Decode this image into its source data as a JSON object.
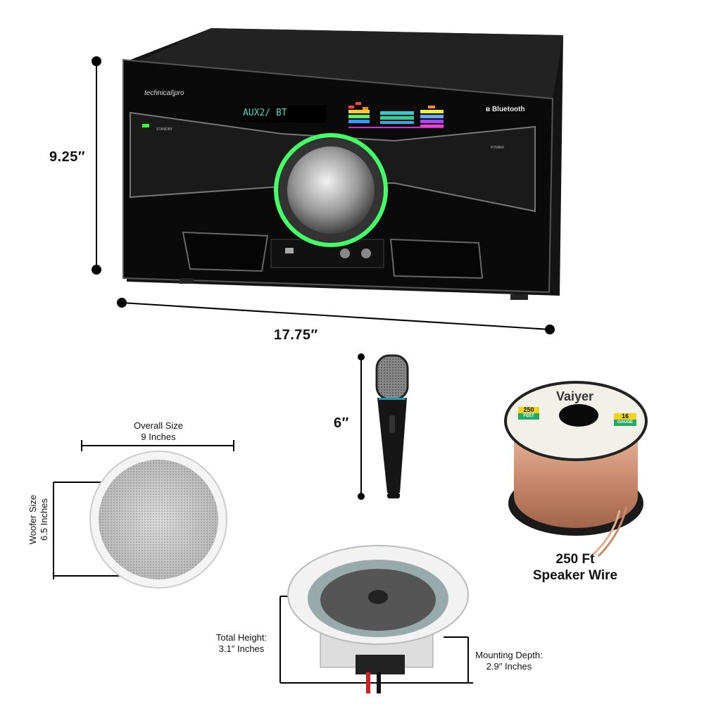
{
  "amplifier": {
    "brand": "technical|pro",
    "display_text": "AUX2/ BT",
    "bluetooth_label": "Bluetooth",
    "standby_label": "STANDBY",
    "power_label": "POWER",
    "height_label": "9.25″",
    "width_label": "17.75″"
  },
  "microphone": {
    "height_label": "6″"
  },
  "speaker_wire": {
    "brand": "Vaiyer",
    "feet_badge": "250",
    "feet_unit": "FEET",
    "gauge_badge": "16",
    "gauge_unit": "GAUGE",
    "caption_line1": "250 Ft",
    "caption_line2": "Speaker Wire"
  },
  "ceiling_speaker_front": {
    "overall_label_line1": "Overall Size",
    "overall_label_line2": "9 Inches",
    "woofer_label_line1": "Woofer Size",
    "woofer_label_line2": "6.5 Inches"
  },
  "ceiling_speaker_side": {
    "total_height_line1": "Total Height:",
    "total_height_line2": "3.1″ Inches",
    "mounting_depth_line1": "Mounting Depth:",
    "mounting_depth_line2": "2.9″ Inches"
  }
}
